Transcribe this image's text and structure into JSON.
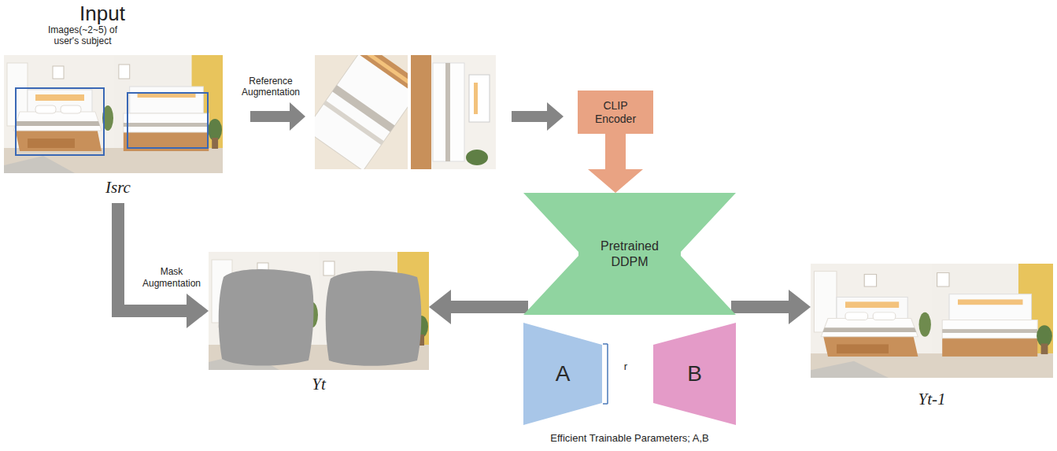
{
  "diagram": {
    "nodes": [
      {
        "text": [
          "Input",
          "Images(~2~5) of user's subject",
          "Isrc"
        ]
      },
      {
        "text": [
          "CLIP Encoder"
        ]
      },
      {
        "text": [
          "Pretrained DDPM"
        ]
      },
      {
        "text": [
          "A"
        ]
      },
      {
        "text": [
          "B"
        ]
      },
      {
        "text": [
          "Yt"
        ]
      },
      {
        "text": [
          "Yt-1"
        ]
      }
    ],
    "edges": [
      {
        "from": 1,
        "to": 2,
        "arrow": "to"
      },
      {
        "from": 0,
        "to": 5,
        "label": "Mask Augmentation",
        "arrow": "to"
      },
      {
        "from": 2,
        "to": 5,
        "arrow": "to"
      },
      {
        "from": 2,
        "to": 6,
        "arrow": "to"
      }
    ],
    "labels": [
      "Reference Augmentation",
      "r",
      "Efficient Trainable Parameters; A,B"
    ]
  }
}
